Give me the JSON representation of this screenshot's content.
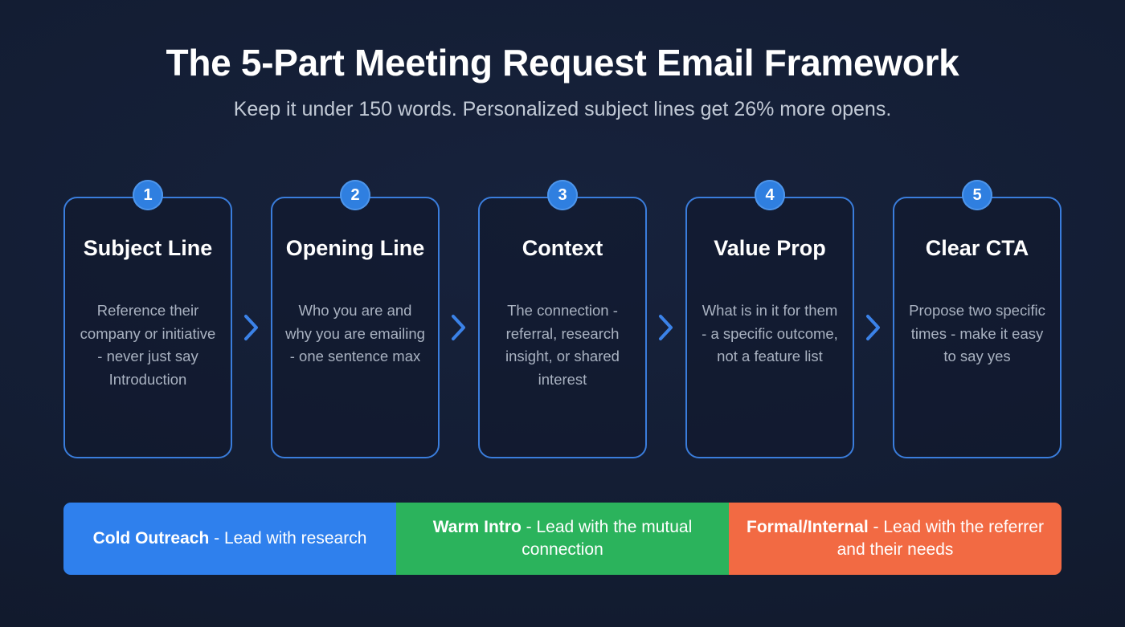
{
  "header": {
    "title": "The 5-Part Meeting Request Email Framework",
    "subtitle": "Keep it under 150 words. Personalized subject lines get 26% more opens."
  },
  "colors": {
    "background": "#131d33",
    "card_border": "#3a7ddc",
    "badge": "#2f7fe0",
    "arrow": "#3b82e8",
    "title_text": "#ffffff",
    "subtitle_text": "#c2cad6",
    "body_text": "#a9b2c1",
    "variant_cold": "#2f80ed",
    "variant_warm": "#2bb35c",
    "variant_formal": "#f26a43"
  },
  "steps": [
    {
      "number": "1",
      "title": "Subject Line",
      "description": "Reference their company or initiative - never just say Introduction"
    },
    {
      "number": "2",
      "title": "Opening Line",
      "description": "Who you are and why you are emailing - one sentence max"
    },
    {
      "number": "3",
      "title": "Context",
      "description": "The connection - referral, research insight, or shared interest"
    },
    {
      "number": "4",
      "title": "Value Prop",
      "description": "What is in it for them - a specific outcome, not a feature list"
    },
    {
      "number": "5",
      "title": "Clear CTA",
      "description": "Propose two specific times - make it easy to say yes"
    }
  ],
  "arrow_icon": "chevron-right-icon",
  "variants": [
    {
      "label": "Cold Outreach",
      "separator": " - ",
      "text": "Lead with research",
      "color": "#2f80ed"
    },
    {
      "label": "Warm Intro",
      "separator": " - ",
      "text": "Lead with the mutual connection",
      "color": "#2bb35c"
    },
    {
      "label": "Formal/Internal",
      "separator": " - ",
      "text": "Lead with the referrer and their needs",
      "color": "#f26a43"
    }
  ]
}
